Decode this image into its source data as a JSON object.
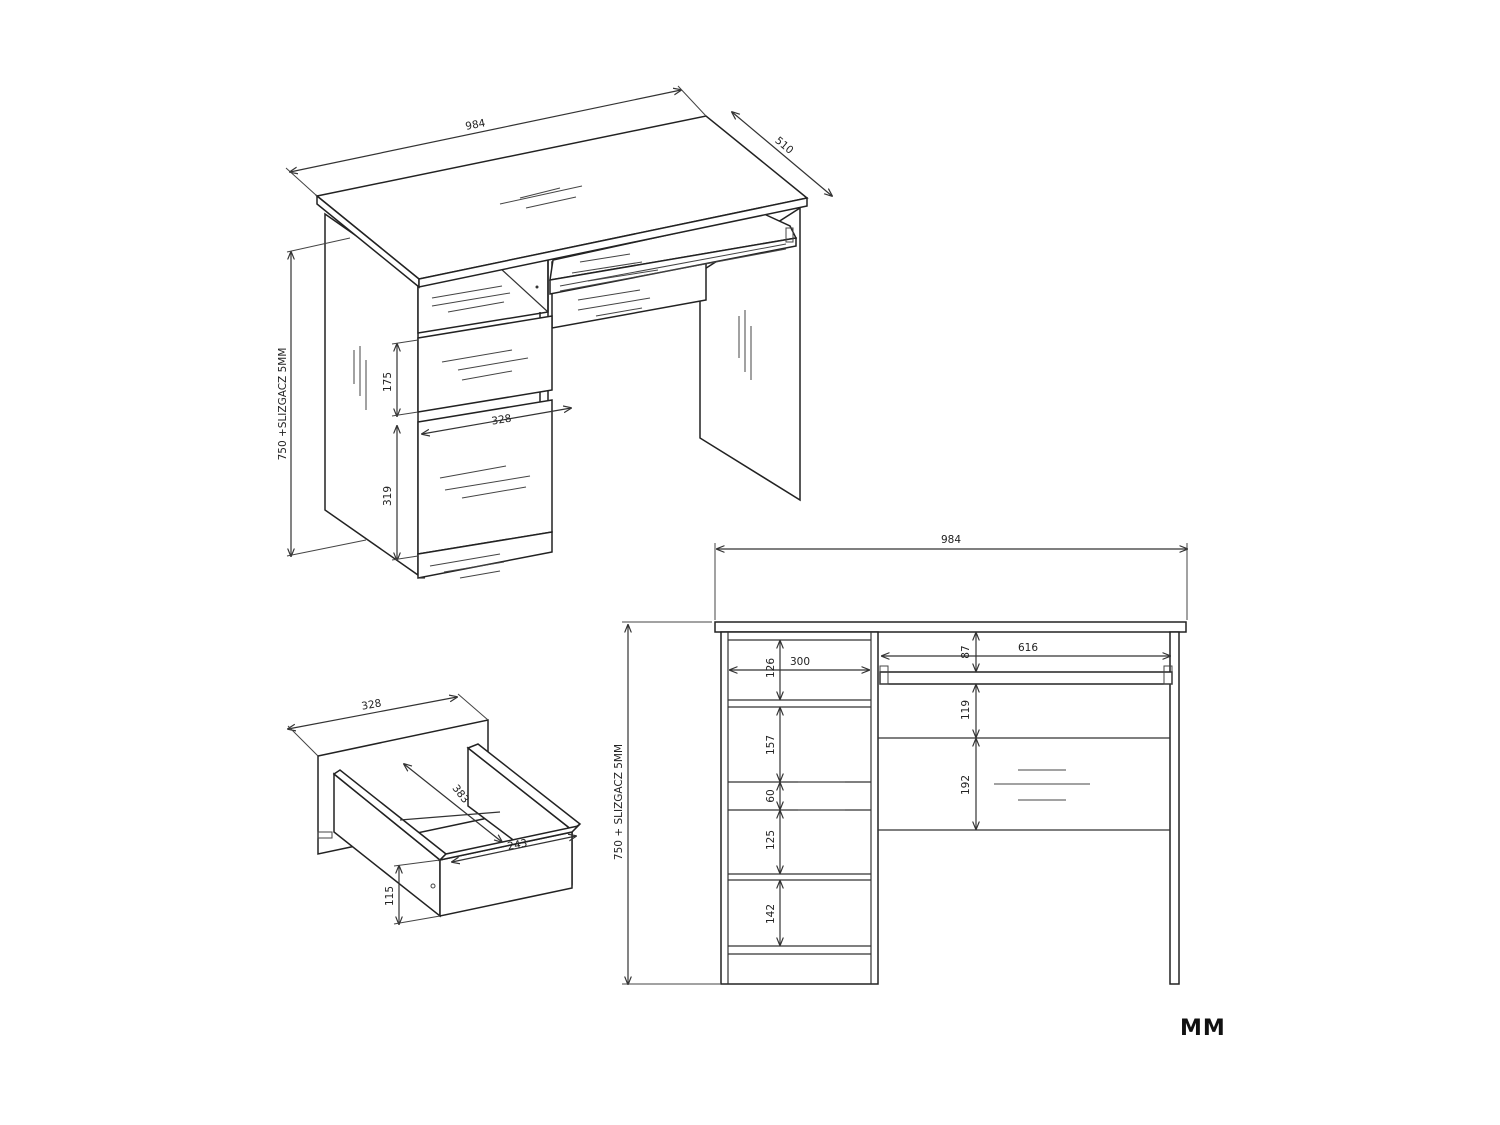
{
  "units": "MM",
  "iso_view": {
    "width": "984",
    "depth": "510",
    "height": "750 +SLIZGACZ 5MM",
    "drawer_height": "175",
    "drawer_width": "328",
    "cabinet_height": "319"
  },
  "drawer_view": {
    "width": "328",
    "depth": "383",
    "inner_width": "243",
    "height": "115"
  },
  "front_view": {
    "width": "984",
    "height": "750 + SLIZGACZ 5MM",
    "shelf_width": "300",
    "shelf_1": "126",
    "shelf_2": "157",
    "shelf_3": "60",
    "shelf_4": "125",
    "shelf_5": "142",
    "keyboard_width": "616",
    "keyboard_gap": "87",
    "gap_119": "119",
    "panel_192": "192"
  }
}
